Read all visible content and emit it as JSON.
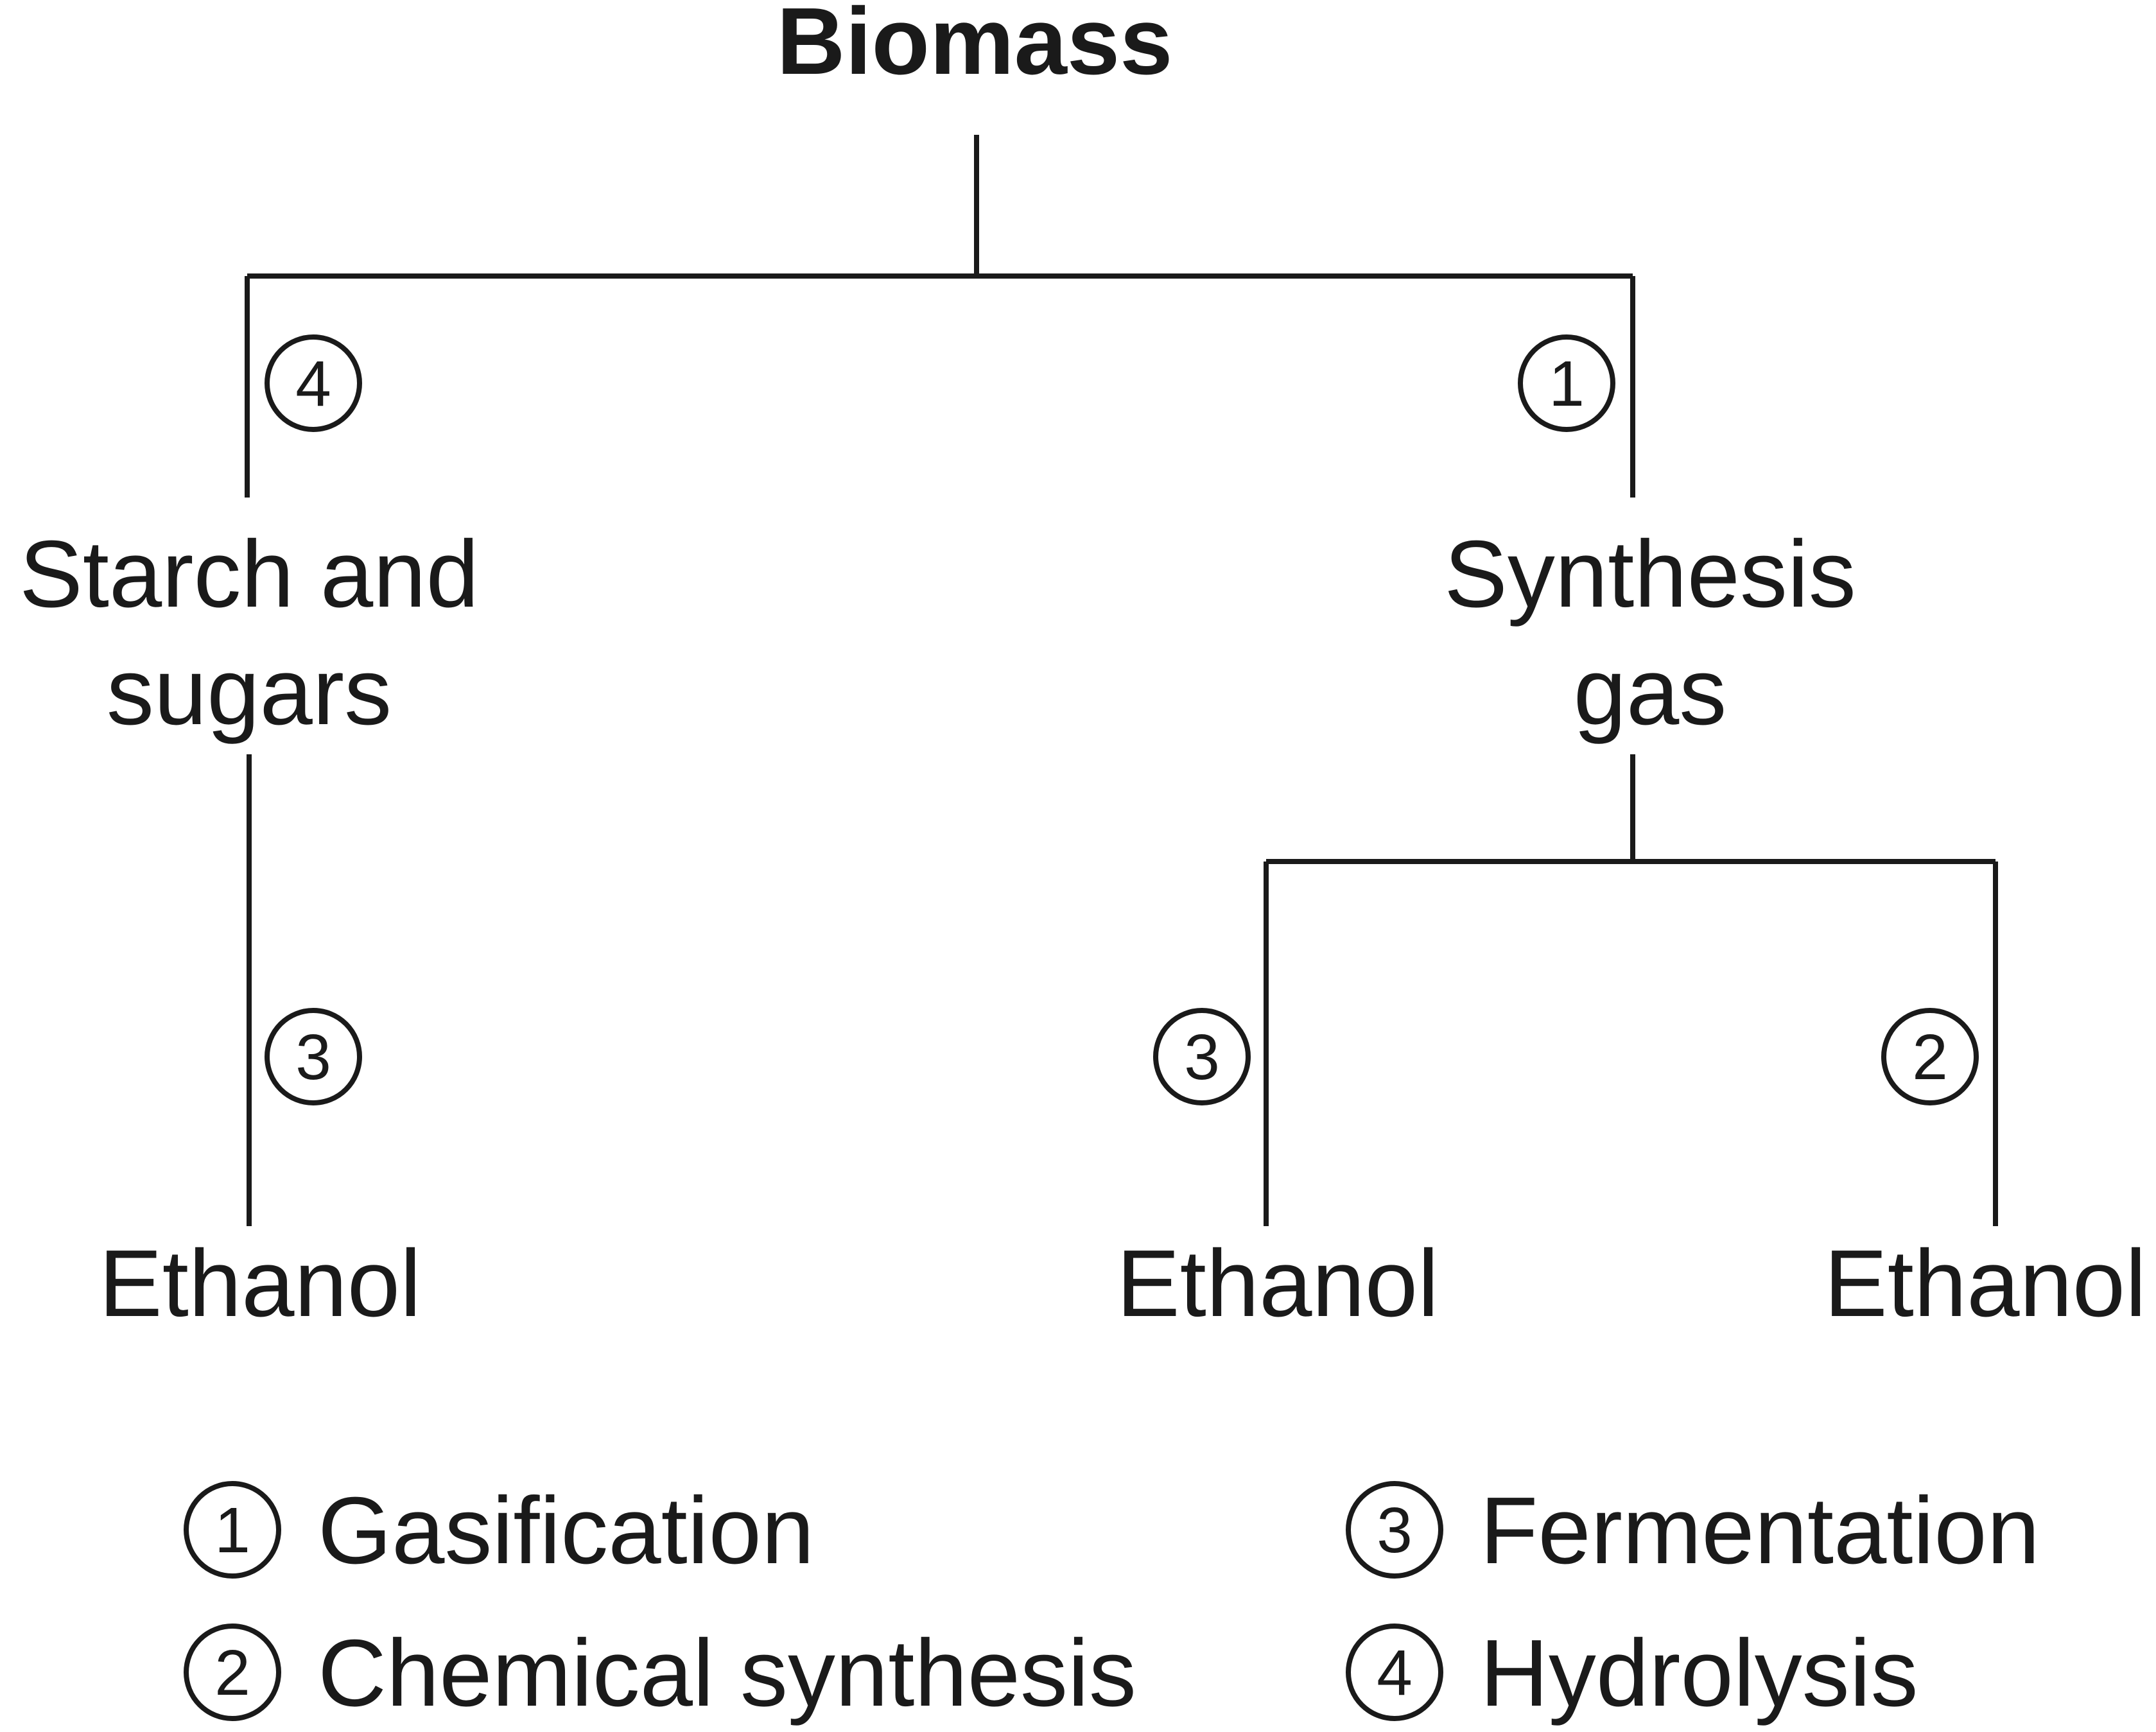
{
  "diagram": {
    "root": "Biomass",
    "nodes": {
      "starch_line1": "Starch and",
      "starch_line2": "sugars",
      "syngas_line1": "Synthesis",
      "syngas_line2": "gas",
      "ethanol_left": "Ethanol",
      "ethanol_middle": "Ethanol",
      "ethanol_right": "Ethanol"
    },
    "edge_steps": {
      "biomass_to_starch": "4",
      "biomass_to_syngas": "1",
      "starch_to_ethanol": "3",
      "syngas_to_ethanol_middle": "3",
      "syngas_to_ethanol_right": "2"
    }
  },
  "legend": {
    "items": [
      {
        "number": "1",
        "label": "Gasification"
      },
      {
        "number": "2",
        "label": "Chemical synthesis"
      },
      {
        "number": "3",
        "label": "Fermentation"
      },
      {
        "number": "4",
        "label": "Hydrolysis"
      }
    ]
  }
}
